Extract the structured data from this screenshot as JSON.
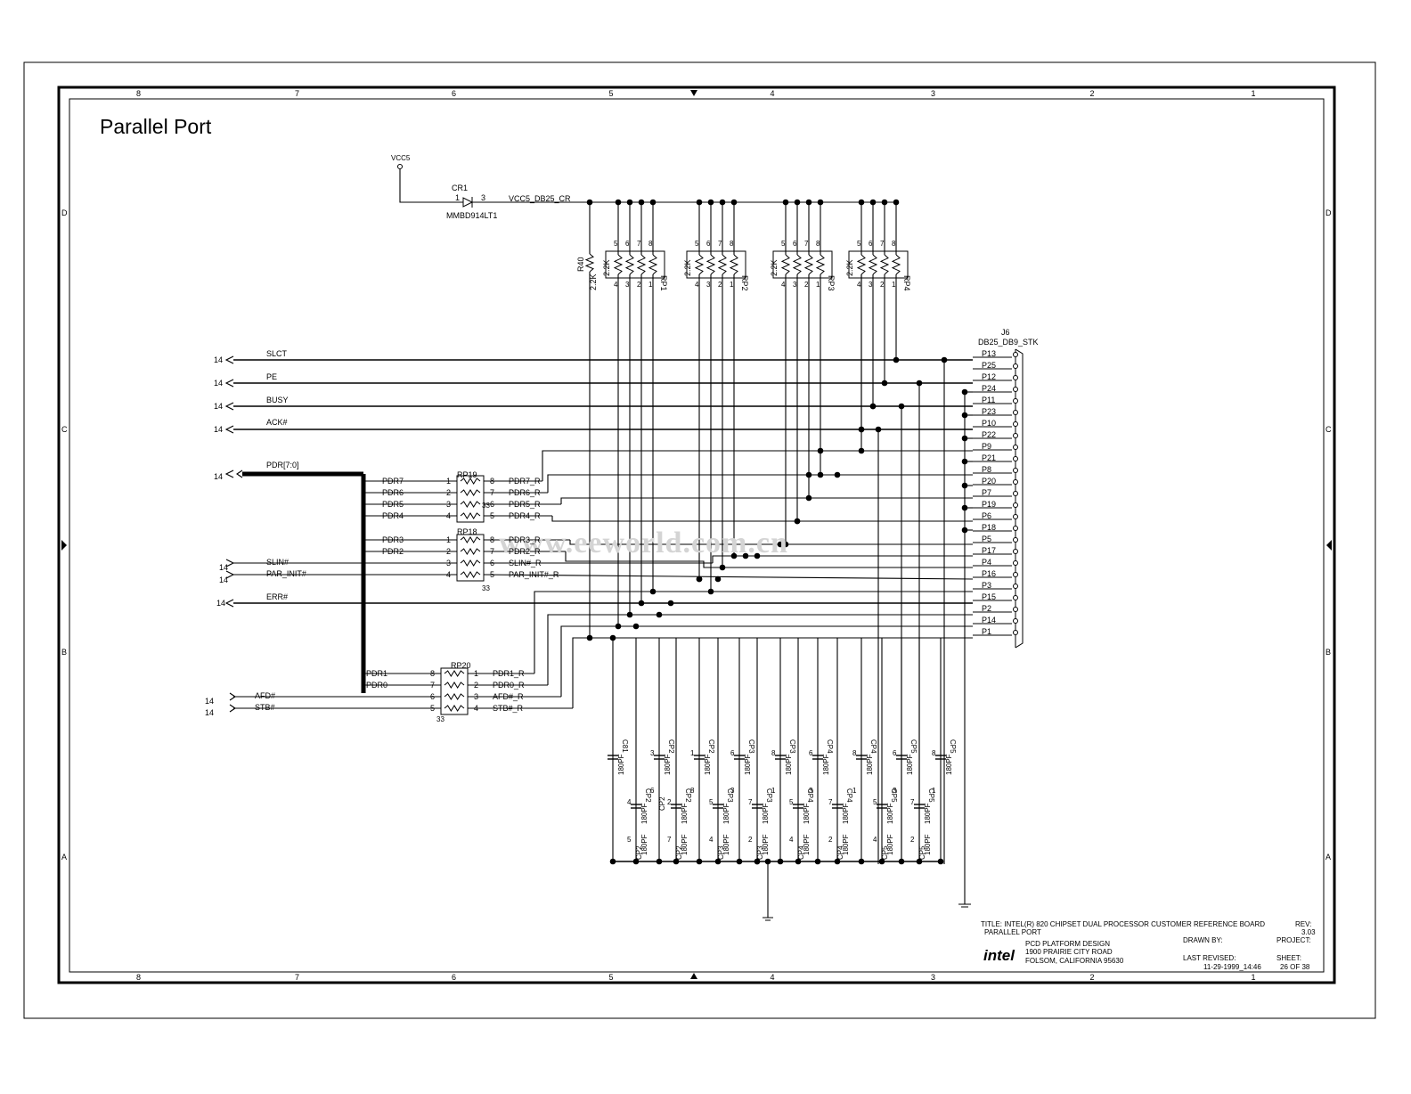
{
  "title": "Parallel Port",
  "watermark": "www.eeworld.com.cn",
  "border": {
    "columns": [
      "8",
      "7",
      "6",
      "5",
      "4",
      "3",
      "2",
      "1"
    ],
    "rows": [
      "D",
      "C",
      "B",
      "A"
    ]
  },
  "power": {
    "vcc_label": "VCC5",
    "diode_ref": "CR1",
    "diode_part": "MMBD914LT1",
    "diode_pin_a": "1",
    "diode_pin_k": "3",
    "rail_net": "VCC5_DB25_CR"
  },
  "pullups": {
    "r40_ref": "R40",
    "r40_value": "2.2K",
    "packs": [
      {
        "ref": "RP1",
        "value": "2.2K"
      },
      {
        "ref": "RP2",
        "value": "2.2K"
      },
      {
        "ref": "RP3",
        "value": "2.2K"
      },
      {
        "ref": "RP4",
        "value": "2.2K"
      }
    ],
    "top_pins": [
      "5",
      "6",
      "7",
      "8"
    ],
    "bottom_pins": [
      "4",
      "3",
      "2",
      "1"
    ]
  },
  "connector": {
    "ref": "J6",
    "part": "DB25_DB9_STK",
    "pins": [
      "P13",
      "P25",
      "P12",
      "P24",
      "P11",
      "P23",
      "P10",
      "P22",
      "P9",
      "P21",
      "P8",
      "P20",
      "P7",
      "P19",
      "P6",
      "P18",
      "P5",
      "P17",
      "P4",
      "P16",
      "P3",
      "P15",
      "P2",
      "P14",
      "P1"
    ]
  },
  "signals": [
    {
      "sheet": "14",
      "name": "SLCT"
    },
    {
      "sheet": "14",
      "name": "PE"
    },
    {
      "sheet": "14",
      "name": "BUSY"
    },
    {
      "sheet": "14",
      "name": "ACK#"
    },
    {
      "sheet": "14",
      "name": "PDR[7:0]"
    },
    {
      "sheet": "14",
      "name": "SLIN#"
    },
    {
      "sheet": "14",
      "name": "PAR_INIT#"
    },
    {
      "sheet": "14",
      "name": "ERR#"
    },
    {
      "sheet": "14",
      "name": "AFD#"
    },
    {
      "sheet": "14",
      "name": "STB#"
    }
  ],
  "rp19": {
    "ref": "RP19",
    "value": "33",
    "rows": [
      {
        "in": "PDR7",
        "pin_in": "1",
        "pin_out": "8",
        "out": "PDR7_R"
      },
      {
        "in": "PDR6",
        "pin_in": "2",
        "pin_out": "7",
        "out": "PDR6_R"
      },
      {
        "in": "PDR5",
        "pin_in": "3",
        "pin_out": "6",
        "out": "PDR5_R"
      },
      {
        "in": "PDR4",
        "pin_in": "4",
        "pin_out": "5",
        "out": "PDR4_R"
      }
    ]
  },
  "rp18": {
    "ref": "RP18",
    "value": "33",
    "rows": [
      {
        "in": "PDR3",
        "pin_in": "1",
        "pin_out": "8",
        "out": "PDR3_R"
      },
      {
        "in": "PDR2",
        "pin_in": "2",
        "pin_out": "7",
        "out": "PDR2_R"
      },
      {
        "in": "",
        "pin_in": "3",
        "pin_out": "6",
        "out": "SLIN#_R"
      },
      {
        "in": "",
        "pin_in": "4",
        "pin_out": "5",
        "out": "PAR_INIT#_R"
      }
    ]
  },
  "rp20": {
    "ref": "RP20",
    "value": "33",
    "rows": [
      {
        "in": "PDR1",
        "pin_in": "8",
        "pin_out": "1",
        "out": "PDR1_R"
      },
      {
        "in": "PDR0",
        "pin_in": "7",
        "pin_out": "2",
        "out": "PDR0_R"
      },
      {
        "in": "",
        "pin_in": "6",
        "pin_out": "3",
        "out": "AFD#_R"
      },
      {
        "in": "",
        "pin_in": "5",
        "pin_out": "4",
        "out": "STB#_R"
      }
    ]
  },
  "capacitors": [
    {
      "top": "C81",
      "pin_a": "",
      "value_a": "180PF",
      "pin_b": "",
      "label_b": "",
      "value_b": ""
    },
    {
      "top": "CP2",
      "pin_a": "4",
      "value_a": "180PF",
      "pin_b": "5",
      "label_b": "CP2",
      "value_b": "180PF"
    },
    {
      "top": "CP2",
      "pin_a": "3",
      "value_a": "180PF",
      "pin_b": "6",
      "label_b": "CP2",
      "value_b": ""
    },
    {
      "top": "CP2",
      "pin_a": "2",
      "value_a": "180PF",
      "pin_b": "7",
      "label_b": "CP2",
      "value_b": "180PF"
    },
    {
      "top": "CP2",
      "pin_a": "1",
      "value_a": "180PF",
      "pin_b": "8",
      "label_b": "",
      "value_b": ""
    },
    {
      "top": "CP3",
      "pin_a": "5",
      "value_a": "180PF",
      "pin_b": "4",
      "label_b": "CP3",
      "value_b": "180PF"
    },
    {
      "top": "CP3",
      "pin_a": "6",
      "value_a": "180PF",
      "pin_b": "3",
      "label_b": "",
      "value_b": ""
    },
    {
      "top": "CP3",
      "pin_a": "7",
      "value_a": "180PF",
      "pin_b": "2",
      "label_b": "CP3",
      "value_b": "180PF"
    },
    {
      "top": "CP3",
      "pin_a": "8",
      "value_a": "180PF",
      "pin_b": "1",
      "label_b": "",
      "value_b": ""
    },
    {
      "top": "CP4",
      "pin_a": "5",
      "value_a": "180PF",
      "pin_b": "4",
      "label_b": "CP4",
      "value_b": "180PF"
    },
    {
      "top": "CP4",
      "pin_a": "6",
      "value_a": "180PF",
      "pin_b": "3",
      "label_b": "",
      "value_b": ""
    },
    {
      "top": "CP4",
      "pin_a": "7",
      "value_a": "180PF",
      "pin_b": "2",
      "label_b": "CP4",
      "value_b": "180PF"
    },
    {
      "top": "CP4",
      "pin_a": "8",
      "value_a": "180PF",
      "pin_b": "1",
      "label_b": "",
      "value_b": ""
    },
    {
      "top": "CP5",
      "pin_a": "5",
      "value_a": "180PF",
      "pin_b": "4",
      "label_b": "CP5",
      "value_b": "180PF"
    },
    {
      "top": "CP5",
      "pin_a": "6",
      "value_a": "180PF",
      "pin_b": "3",
      "label_b": "",
      "value_b": ""
    },
    {
      "top": "CP5",
      "pin_a": "7",
      "value_a": "180PF",
      "pin_b": "2",
      "label_b": "CP5",
      "value_b": "180PF"
    },
    {
      "top": "CP5",
      "pin_a": "8",
      "value_a": "180PF",
      "pin_b": "1",
      "label_b": "",
      "value_b": ""
    }
  ],
  "title_block": {
    "title_line": "TITLE: INTEL(R) 820 CHIPSET DUAL PROCESSOR CUSTOMER REFERENCE BOARD",
    "rev_label": "REV:",
    "subtitle": "PARALLEL PORT",
    "rev": "3.03",
    "company_1": "PCD PLATFORM DESIGN",
    "company_2": "1900 PRAIRIE CITY ROAD",
    "company_3": "FOLSOM, CALIFORNIA 95630",
    "drawn_label": "DRAWN BY:",
    "project_label": "PROJECT:",
    "revised_label": "LAST REVISED:",
    "revised": "11-29-1999_14:46",
    "sheet_label": "SHEET:",
    "sheet": "26 OF 38",
    "logo": "intel"
  }
}
